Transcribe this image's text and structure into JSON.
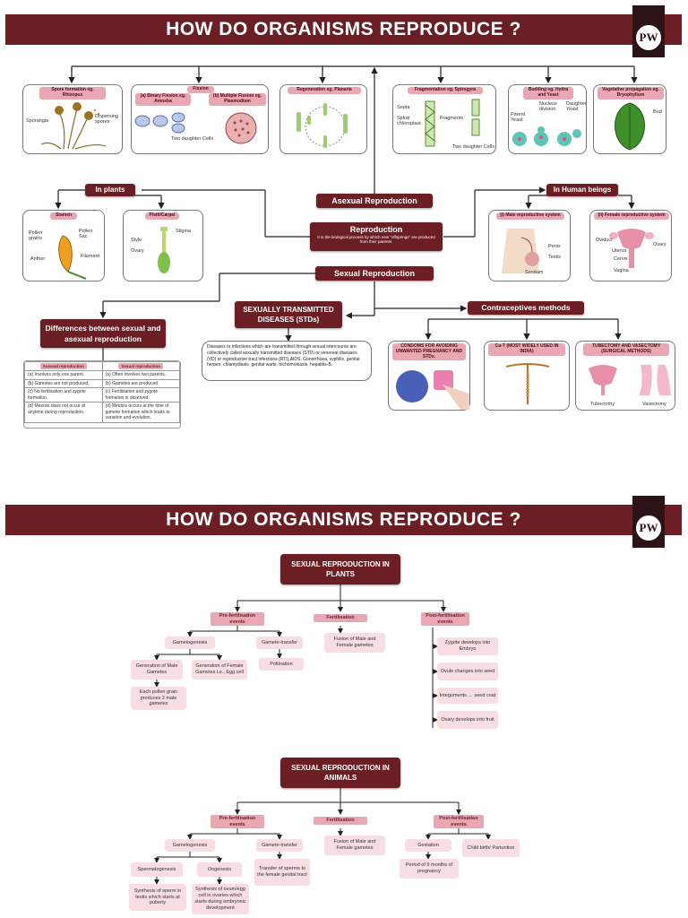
{
  "banner_title": "HOW DO ORGANISMS REPRODUCE ?",
  "logo_text": "PW",
  "asexual_methods": {
    "spore": {
      "title": "Spore formation eg. Rhizopus",
      "sporangia": "Sporangia",
      "dispersing": "Dispersing spores"
    },
    "fission": {
      "title": "Fission",
      "binary": "(a) Binary Fission eg. Amoeba",
      "multiple": "(b) Multiple Fission eg. Plasmodium",
      "daughter": "Two daughter Cells"
    },
    "regeneration": {
      "title": "Regeneration eg. Planaria"
    },
    "fragmentation": {
      "title": "Fragmentation eg. Spirogyra",
      "septa": "Septa",
      "spiral": "Spiral chloroplast",
      "fragments": "Fragments",
      "daughter": "Two daughter Cells"
    },
    "budding": {
      "title": "Budding eg. Hydra and Yeast",
      "parent": "Parent Yeast",
      "nucleus": "Nucleus division",
      "daughter": "Daughter Yeast"
    },
    "vegetative": {
      "title": "Vegetative propagation eg. Bryophyllum",
      "bud": "Bud"
    }
  },
  "central": {
    "asexual": "Asexual Reproduction",
    "reproduction": "Reproduction",
    "reproduction_def": "It is the biological process by which new \"offsprings\" are produced from their parents.",
    "sexual": "Sexual Reproduction"
  },
  "plants": {
    "tag": "In plants",
    "stamen": {
      "title": "Stamen",
      "pollen_grains": "Pollen grains",
      "pollen_sac": "Pollen Sac",
      "anther": "Anther",
      "filament": "Filament"
    },
    "pistil": {
      "title": "Pistil/Carpel",
      "stigma": "Stigma",
      "style": "Style",
      "ovary": "Ovary"
    }
  },
  "humans": {
    "tag": "In Human beings",
    "male": {
      "title": "(i) Male reproductive system",
      "penis": "Penis",
      "testis": "Testis",
      "scrotum": "Scrotum"
    },
    "female": {
      "title": "(ii) Female reproductive system",
      "oviduct": "Oviduct",
      "ovary": "Ovary",
      "uterus": "Uterus",
      "cervix": "Cervix",
      "vagina": "Vagina"
    }
  },
  "differences": {
    "tag": "Differences between sexual and asexual reproduction",
    "head_asexual": "Asexual reproduction",
    "head_sexual": "Sexual reproduction",
    "rows": [
      [
        "(a) Involves only one parent.",
        "(a) Often involves two parents."
      ],
      [
        "(b) Gametes are not produced.",
        "(b) Gametes are produced."
      ],
      [
        "(c) No fertilisation and zygote formation.",
        "(c) Fertilisation and zygote formation is observed."
      ],
      [
        "(d) Meiosis does not occur at anytime during reproduction.",
        "(d) Meiosis occurs at the time of gamete formation which leads to variation and evolution."
      ]
    ]
  },
  "std": {
    "tag": "SEXUALLY TRANSMITTED DISEASES (STDs)",
    "text": "Diseases or infections which are transmitted through sexual intercourse are collectively called sexually transmitted diseases (STD) or venereal diseases (VD) or reproductive tract infections (RTI).AIDS, Gonorrhoea, syphilis, genital herpes, chlamydiasis, genital warts, trichomoniasis, hepatitis-B."
  },
  "contraceptives": {
    "tag": "Contraceptives methods",
    "condoms": "CONDOMS FOR AVOIDING UNWANTED PREGNANCY AND STDs.",
    "cut": "Cu-T (MOST WIDELY USED IN INDIA)",
    "surgical": "TUBECTOMY AND VASECTOMY (SURGICAL METHODS)",
    "tubectomy": "Tubectomy",
    "vasectomy": "Vasectomy"
  },
  "plants_flow": {
    "title": "SEXUAL REPRODUCTION IN PLANTS",
    "pre": "Pre-fertilisation events",
    "fert": "Fertilisation",
    "post": "Post-fertilisation events",
    "gametogenesis": "Gametogenesis",
    "gamete_transfer": "Gamete-transfer",
    "male_gametes": "Generation of Male Gametes",
    "female_gametes": "Generation of Female Gametes i.e., Egg cell",
    "pollination": "Pollination",
    "pollen": "Each pollen grain produces 2 male gametes",
    "fusion": "Fusion of Male and Female gametes",
    "post_items": [
      "Zygote develops into Embryo",
      "Ovule changes into seed",
      "Integuments → seed coat",
      "Ovary develops into fruit"
    ]
  },
  "animals_flow": {
    "title": "SEXUAL REPRODUCTION IN ANIMALS",
    "pre": "Pre-fertilisation events",
    "fert": "Fertilisation",
    "post": "Post-fertilisation events",
    "gametogenesis": "Gametogenesis",
    "gamete_transfer": "Gamete-transfer",
    "spermatogenesis": "Spermatogenesis",
    "oogenesis": "Oogenesis",
    "sperm_synth": "Synthesis of sperm in testis which starts at puberty",
    "ova_synth": "Synthesis of ovum/egg cell in ovaries which starts during embryonic development",
    "transfer": "Transfer of sperms to the female genital tract",
    "fusion": "Fusion of Male and Female gametes",
    "gestation": "Gestation",
    "period": "Period of 9 months of pregnancy",
    "childbirth": "Child birth/ Parturition"
  },
  "colors": {
    "maroon": "#6b1e23",
    "pink": "#e9a7b3",
    "light_pink": "#f8dde2"
  }
}
